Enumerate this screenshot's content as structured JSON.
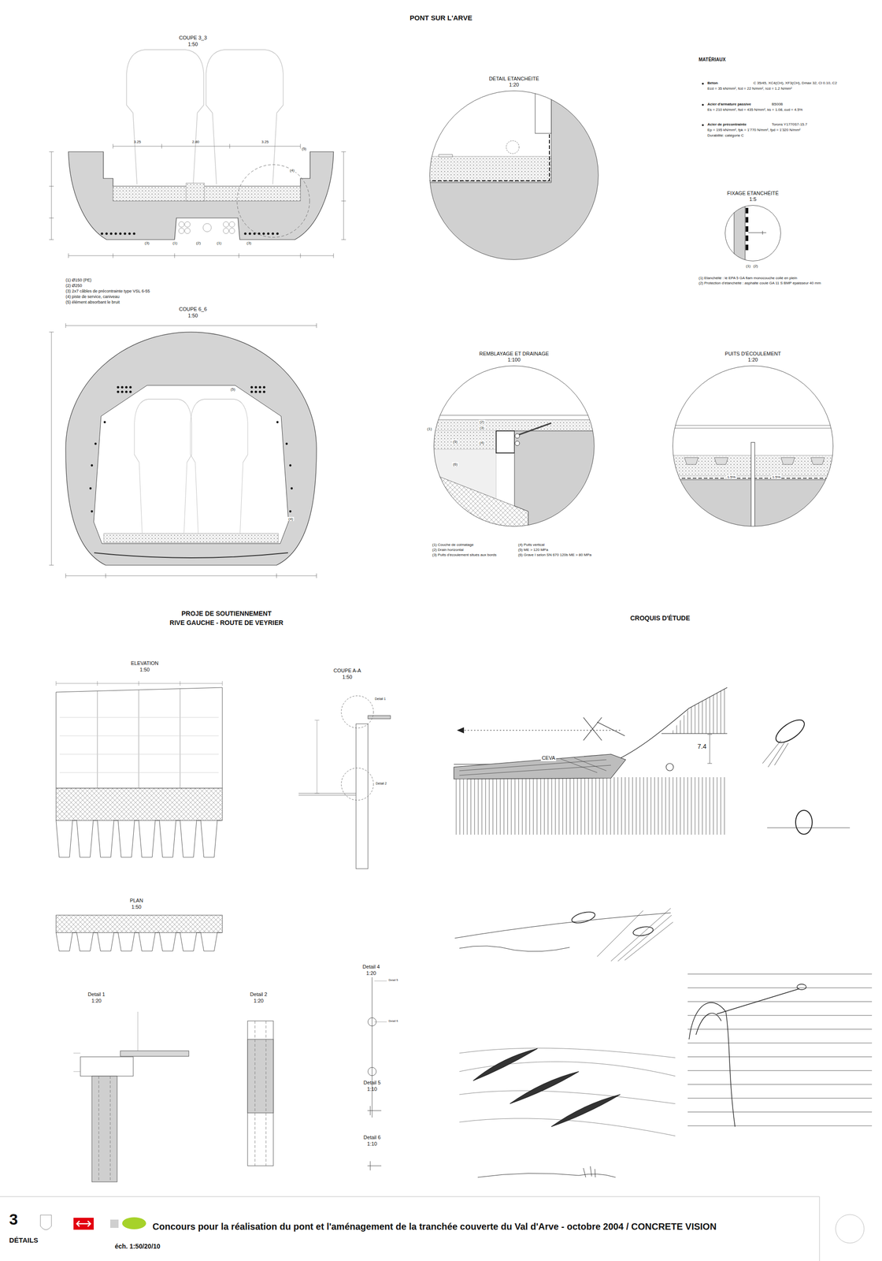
{
  "diagram": {
    "title": "PONT SUR L'ARVE",
    "caption": "Concours pour la réalisation du pont et l'aménagement de la tranchée couverte du Val d'Arve - octobre 2004  /  CONCRETE VISION",
    "nodes": [
      {
        "text": [
          "DÉTAIL ETANCHÉITÉ",
          "1:20"
        ]
      },
      {
        "text": [
          "FIXAGE ETANCHÉITÉ",
          "1:5"
        ]
      },
      {
        "text": [
          "REMBLAYAGE ET DRAINAGE",
          "1:100"
        ]
      },
      {
        "text": [
          "PUITS D'ÉCOULEMENT",
          "1:20"
        ]
      }
    ],
    "labels": [
      "COUPE 3_3",
      "1:50",
      "3.25",
      "2.80",
      "3.25",
      "(5)",
      "(4)",
      "(3)",
      "(1)",
      "(2)",
      "(1)",
      "(3)",
      "(1) Ø150 (PE)",
      "(2) Ø250",
      "(3) 2x7 câbles de précontrainte type VSL 6-55",
      "(4) piste de service, caniveau",
      "(5) élément absorbant le bruit",
      "MATÉRIAUX",
      "Béton",
      "C 35/45, XC4(CH), XF3(CH), Dmax 32, Cl 0.10, C2",
      "Ecd = 35 kN/mm², fcd = 22 N/mm², τcd = 1.2 N/mm²",
      "Acier d'armature passive",
      "B500B",
      "Es = 210 kN/mm², fsd = 435 N/mm², ks = 1.08, εud = 4.5%",
      "Acier de précontrainte",
      "Torons Y1770S7-15.7",
      "Ep = 195 kN/mm², fpk = 1'770 N/mm², fpd = 1'320 N/mm²",
      "Durabilité: catégorie C",
      "(1)",
      "(2)",
      "(1) Etanchéité : lé EPA 5 GA flam monocouche collé en plein",
      "(2) Protection d'étanchéité : asphalte coulé GA 11 S BMP épaisseur 40 mm",
      "COUPE 6_6",
      "1:50",
      "(5)",
      "(4)",
      "(1)",
      "(2)",
      "(3)",
      "(5)",
      "(4)",
      "(6)",
      "(1) Couche de colmatage",
      "(2) Drain horizontal",
      "(3) Puits d'écoulement situés aux bords",
      "(4) Puits vertical",
      "(5) ME > 120 MPa",
      "(6) Grave I selon SN 670 120b ME > 80 MPa",
      "1.5%",
      "1.5%",
      "PROJE DE SOUTIENNEMENT",
      "RIVE GAUCHE - ROUTE DE VEYRIER",
      "CROQUIS D'ÉTUDE",
      "ELEVATION",
      "1:50",
      "COUPE A-A",
      "1:50",
      "Detail 1",
      "Detail 2",
      "PLAN",
      "1:50",
      "Detail 1",
      "1:20",
      "Detail 2",
      "1:20",
      "Detail 4",
      "1:20",
      "Detail 5",
      "1:10",
      "Detail 6",
      "1:10",
      "Detail 5",
      "Detail 6",
      "CEVA",
      "7.4",
      "3",
      "DÉTAILS",
      "éch. 1:50/20/10"
    ]
  }
}
